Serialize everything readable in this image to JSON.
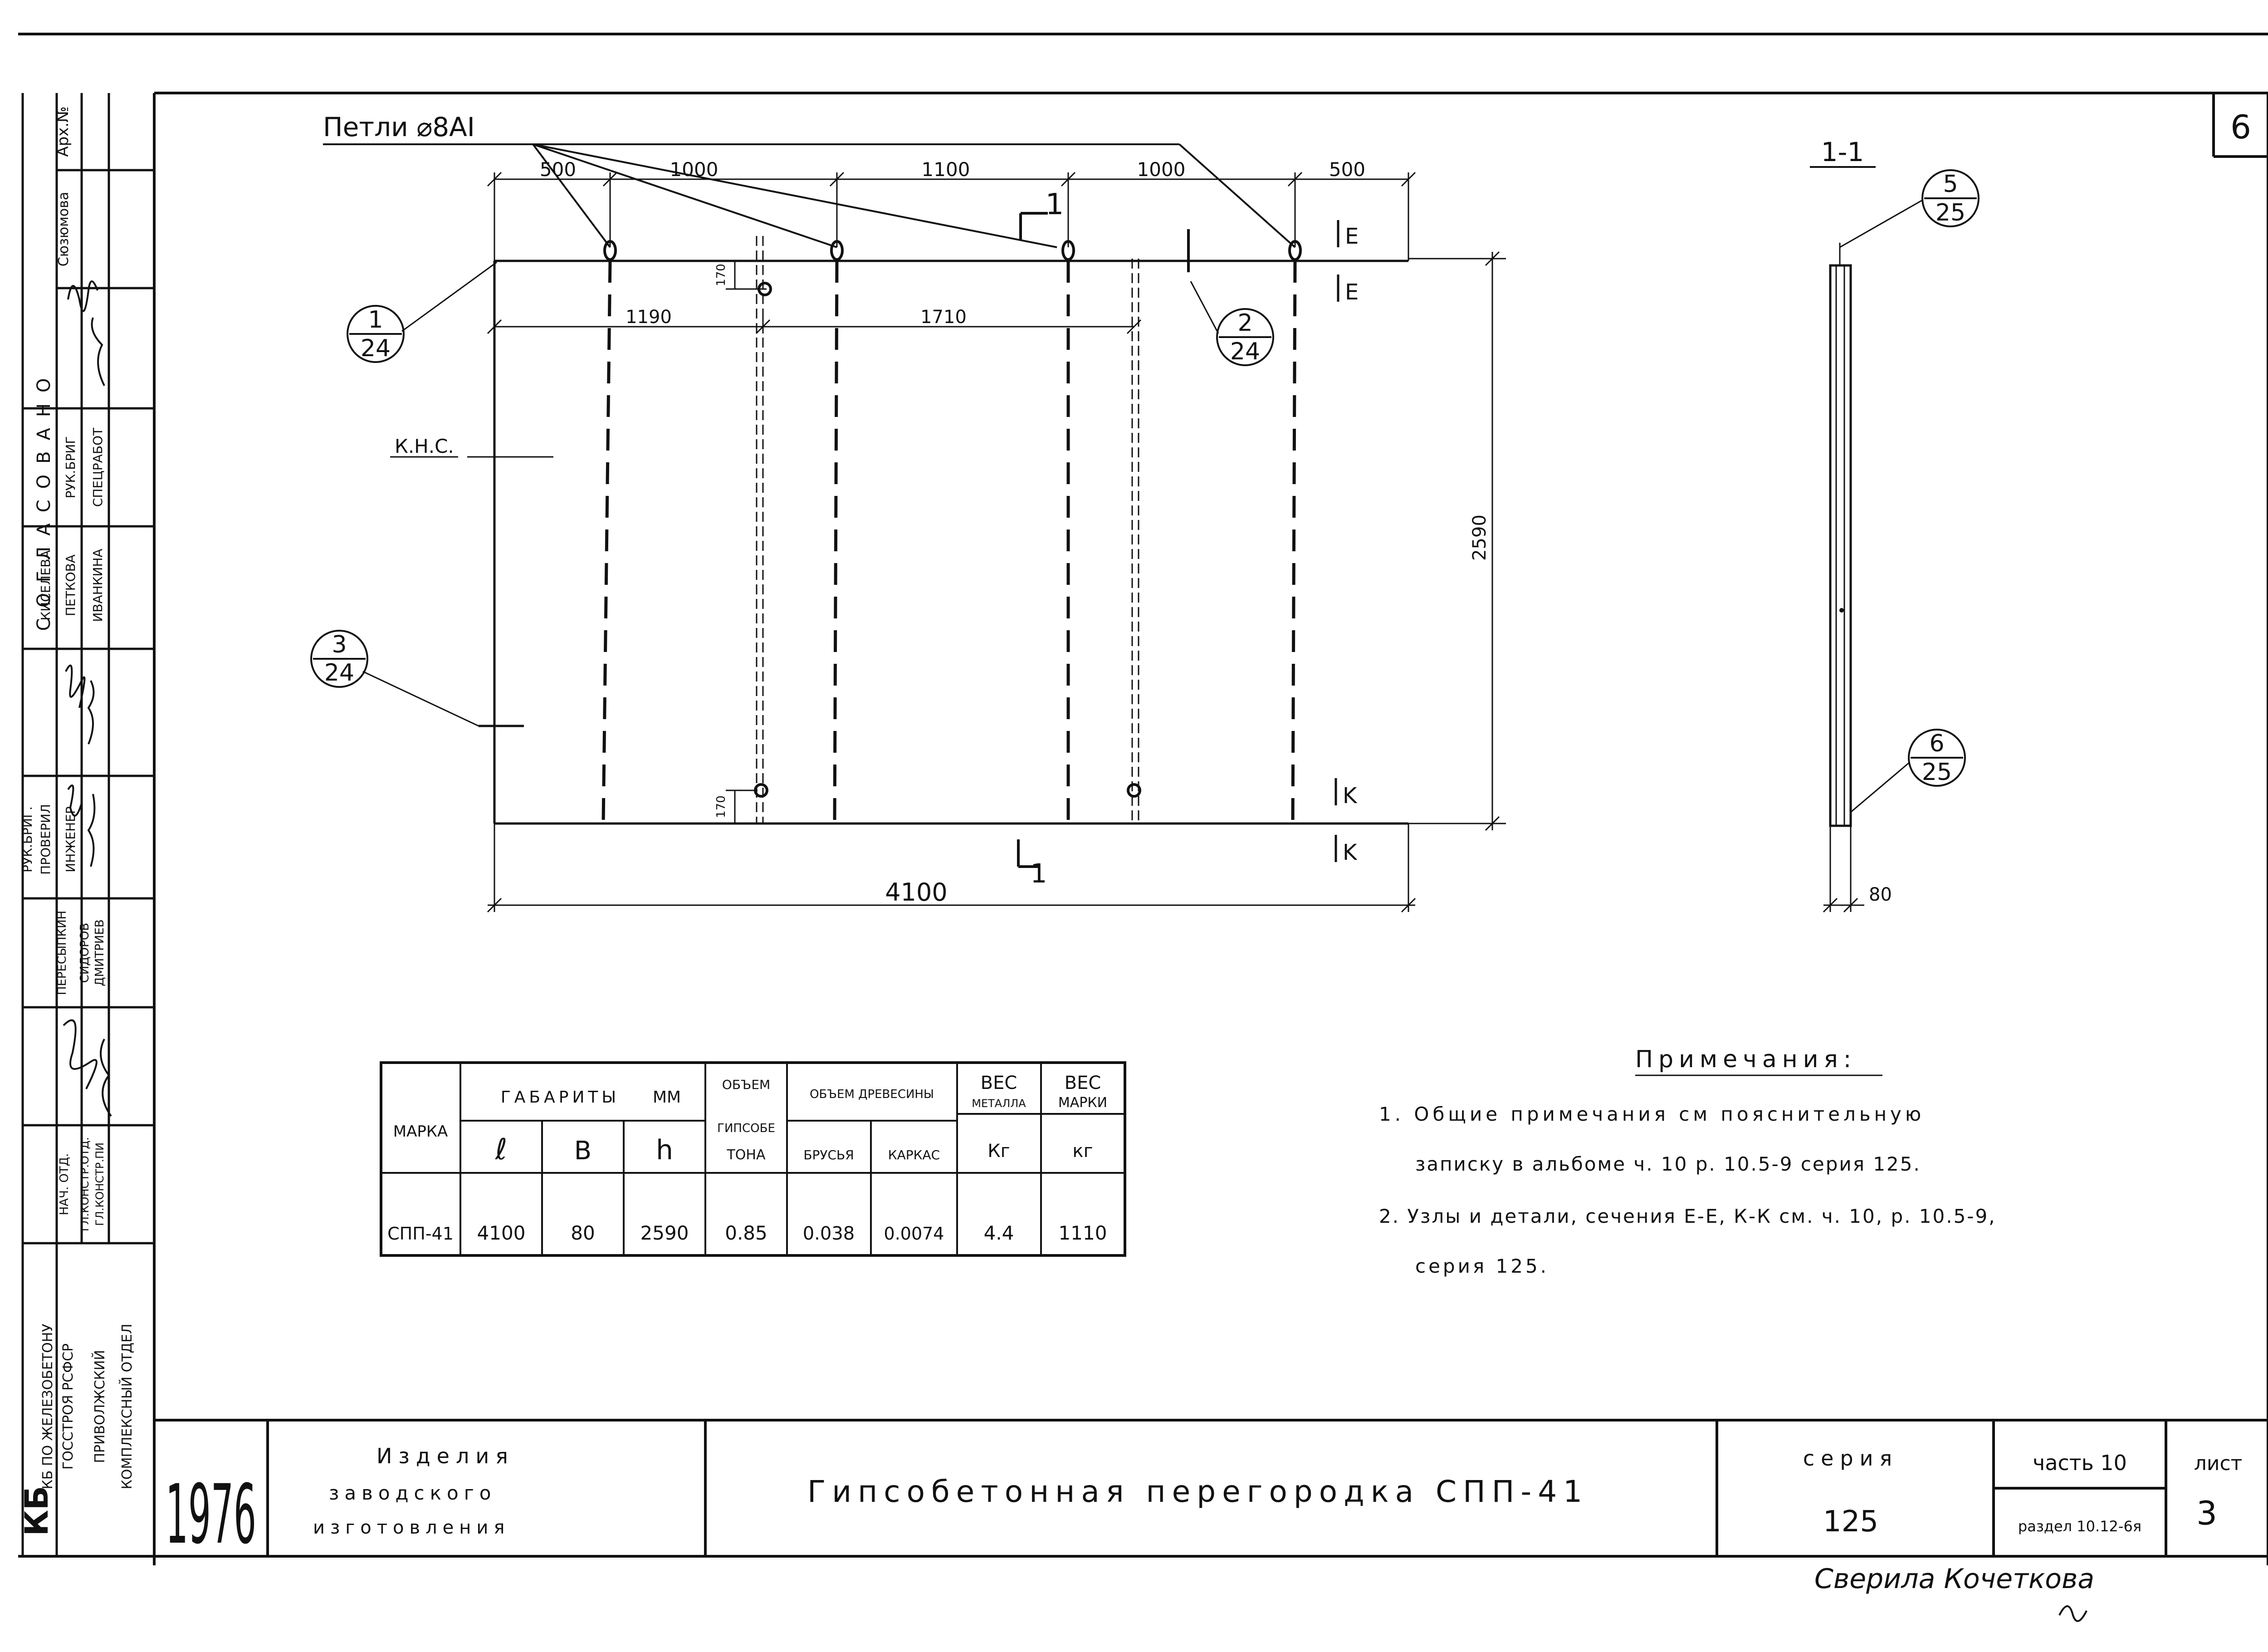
{
  "sheet_number": "6",
  "leader_label": "Петли ⌀8АI",
  "dims": {
    "top": [
      "500",
      "1000",
      "1100",
      "1000",
      "500"
    ],
    "d1190": "1190",
    "d1710": "1710",
    "d170_top": "170",
    "d170_bottom": "170",
    "height": "2590",
    "total": "4100",
    "thickness": "80"
  },
  "markers": {
    "m1": {
      "top": "1",
      "bottom": "24"
    },
    "m2": {
      "top": "2",
      "bottom": "24"
    },
    "m3": {
      "top": "3",
      "bottom": "24"
    },
    "m5": {
      "top": "5",
      "bottom": "25"
    },
    "m6": {
      "top": "6",
      "bottom": "25"
    }
  },
  "section_top": "1",
  "section_bottom": "1",
  "section_title": "1-1",
  "cut_e": "E",
  "cut_k": "K",
  "kns_label": "К.Н.С.",
  "stamp_vertical": {
    "agreed": "СОГЛАСОВАНО",
    "arch": "Арх.№",
    "soyuz": "Сюзюмова",
    "ruk": "РУК.БРИГ",
    "spec": "СПЕЦРАБОТ",
    "kiseleva": "КИСЕЛЕВА",
    "petkova": "ПЕТКОВА",
    "ivankina": "ИВАНКИНА",
    "rukbrig": "РУК.БРИГ.",
    "proveril": "ПРОВЕРИЛ",
    "inzhener": "ИНЖЕНЕР",
    "peresypkin": "ПЕРЕСЫПКИН",
    "sidorov": "СИДОРОВ",
    "dmitriev": "ДМИТРИЕВ",
    "nach_otd": "НАЧ. ОТД.",
    "gl_konstr1": "ГЛ.КОНСТР.ОТД.",
    "gl_konstr2": "ГЛ.КОНСТР.ПИ",
    "kb1": "КБ ПО ЖЕЛЕЗОБЕТОНУ",
    "kb2": "ГОССТРОЯ РСФСР",
    "kb3": "ПРИВОЛЖСКИЙ",
    "kb4": "КОМПЛЕКСНЫЙ ОТДЕЛ",
    "kb_logo": "КБ"
  },
  "table": {
    "h_marka": "МАРКА",
    "h_gabarity": "ГАБАРИТЫ",
    "h_mm": "ММ",
    "h_l": "ℓ",
    "h_b": "B",
    "h_h": "h",
    "h_obem1": "ОБЪЕМ",
    "h_obem2": "ГИПСОБЕ",
    "h_obem3": "ТОНА",
    "h_drev": "ОБЪЕМ ДРЕВЕСИНЫ",
    "h_brusya": "БРУСЬЯ",
    "h_karkas": "КАРКАС",
    "h_vesmet1": "ВЕС",
    "h_vesmet2": "МЕТАЛЛА",
    "h_vesmark1": "ВЕС",
    "h_vesmark2": "МАРКИ",
    "h_kg1": "Кг",
    "h_kg2": "кг",
    "row": [
      "СПП-41",
      "4100",
      "80",
      "2590",
      "0.85",
      "0.038",
      "0.0074",
      "4.4",
      "1110"
    ]
  },
  "notes": {
    "title": "Примечания:",
    "n1a": "1. Общие примечания см пояснительную",
    "n1b": "записку в альбоме ч. 10 р. 10.5-9 серия 125.",
    "n2a": "2. Узлы и детали, сечения Е-Е, К-К см. ч. 10, р. 10.5-9,",
    "n2b": "серия 125."
  },
  "title_block": {
    "year": "1976",
    "izd1": "Изделия",
    "izd2": "заводского",
    "izd3": "изготовления",
    "title": "Гипсобетонная перегородка СПП-41",
    "seriya_label": "серия",
    "seriya_value": "125",
    "chast": "часть 10",
    "razdel": "раздел 10.12-6я",
    "list_label": "лист",
    "list_value": "3"
  },
  "signature": "Сверила Кочеткова"
}
